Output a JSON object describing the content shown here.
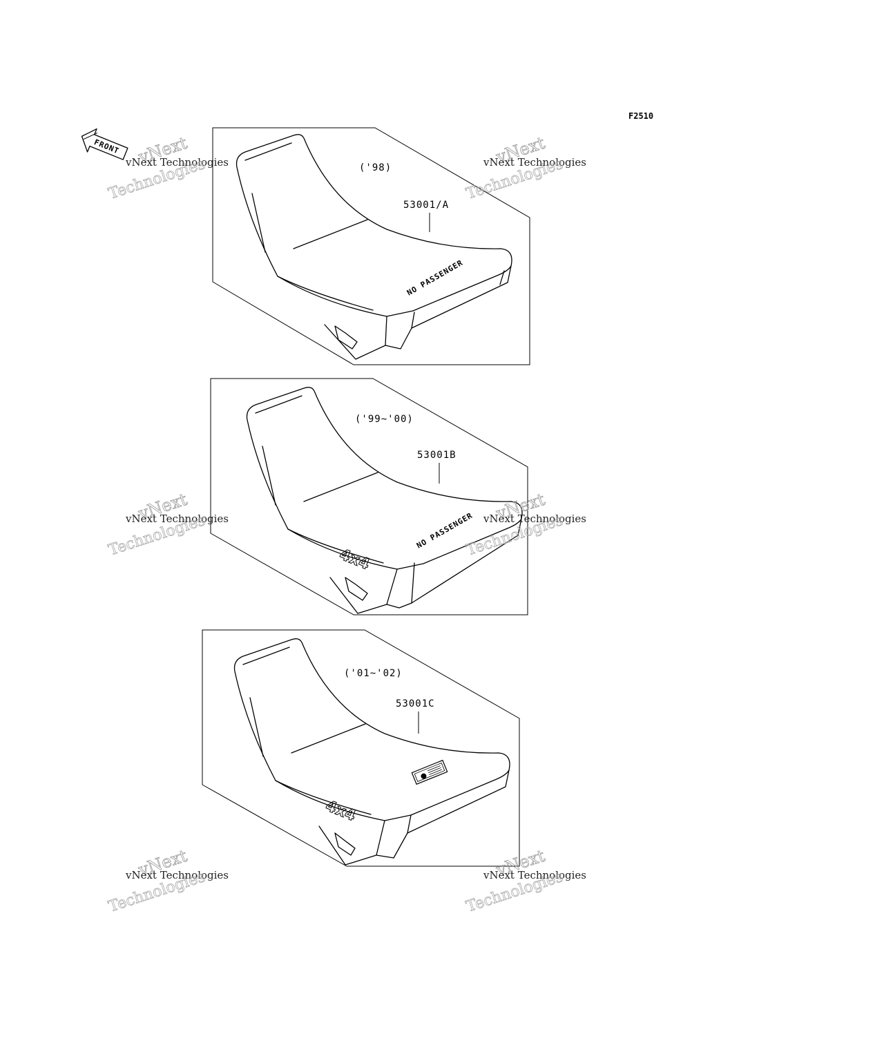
{
  "figure_code": "F2510",
  "front_arrow": {
    "label": "FRONT"
  },
  "panels": [
    {
      "year_label": "('98)",
      "part_number": "53001/A",
      "decal_text": "NO PASSENGER",
      "badge": ""
    },
    {
      "year_label": "('99~'00)",
      "part_number": "53001B",
      "decal_text": "NO PASSENGER",
      "badge": "4x4"
    },
    {
      "year_label": "('01~'02)",
      "part_number": "53001C",
      "decal_text": "",
      "badge": "4x4"
    }
  ],
  "watermarks": [
    {
      "line1": "vNext Technologies",
      "line2": "vNext",
      "line3": "Technologies"
    },
    {
      "line1": "vNext Technologies",
      "line2": "vNext",
      "line3": "Technologies"
    },
    {
      "line1": "vNext Technologies",
      "line2": "vNext",
      "line3": "Technologies"
    },
    {
      "line1": "vNext Technologies",
      "line2": "vNext",
      "line3": "Technologies"
    },
    {
      "line1": "vNext Technologies",
      "line2": "vNext",
      "line3": "Technologies"
    },
    {
      "line1": "vNext Technologies",
      "line2": "vNext",
      "line3": "Technologies"
    }
  ]
}
